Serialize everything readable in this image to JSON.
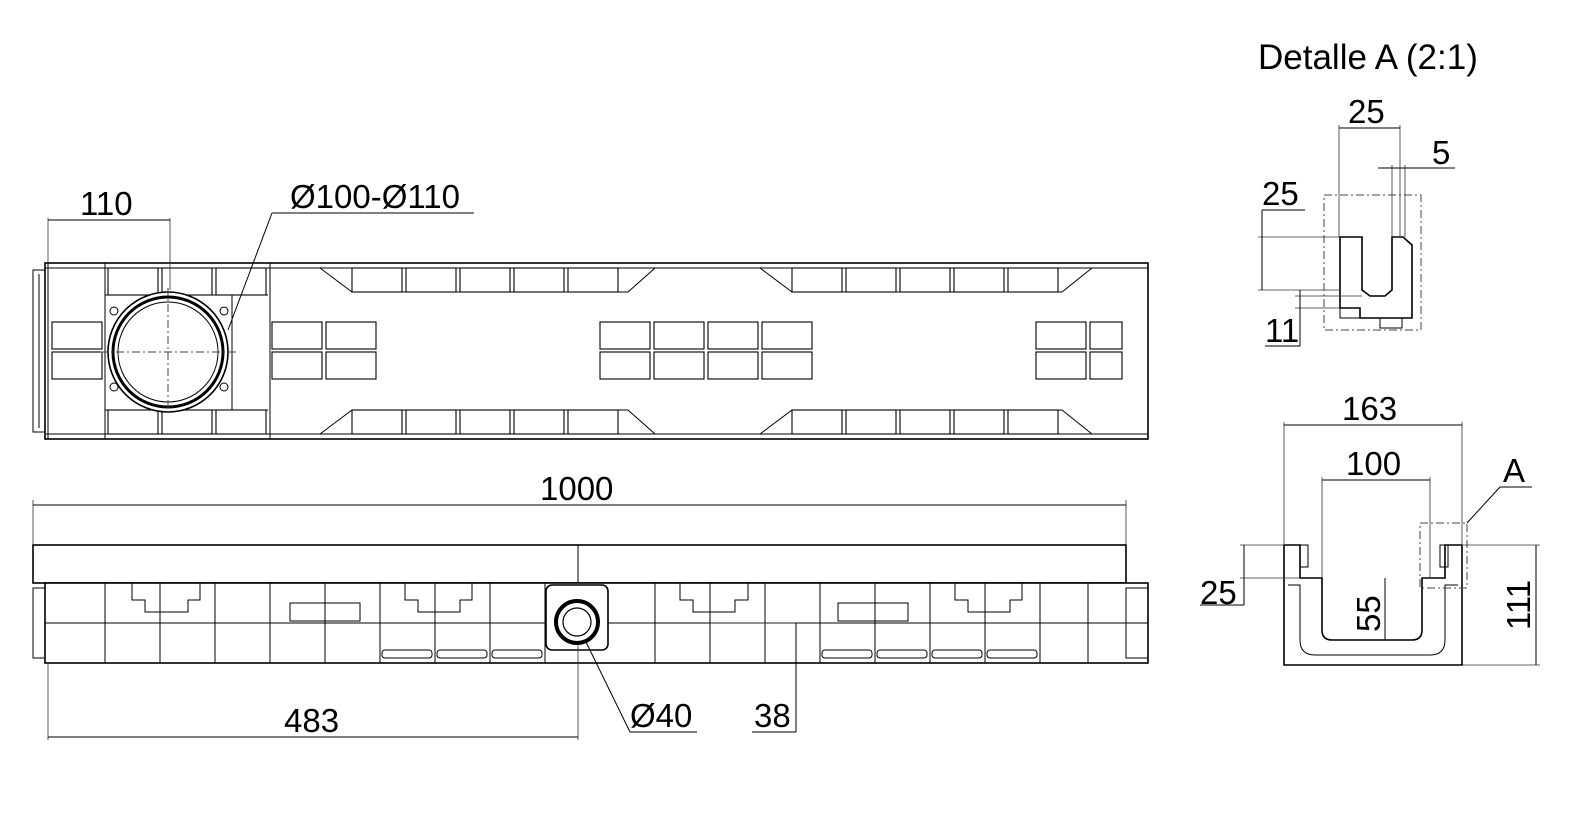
{
  "detail_title": "Detalle A (2:1)",
  "top_view": {
    "dim_width": "110",
    "dim_pipe": "Ø100-Ø110"
  },
  "side_view": {
    "dim_length": "1000",
    "dim_offset": "483",
    "dim_outlet": "Ø40",
    "dim_small": "38"
  },
  "cross_section": {
    "dim_outer": "163",
    "dim_inner": "100",
    "dim_left_height": "25",
    "dim_depth": "55",
    "dim_total_height": "111",
    "detail_marker": "A"
  },
  "detail_a": {
    "dim_top": "25",
    "dim_gap": "5",
    "dim_left": "25",
    "dim_bottom": "11"
  }
}
